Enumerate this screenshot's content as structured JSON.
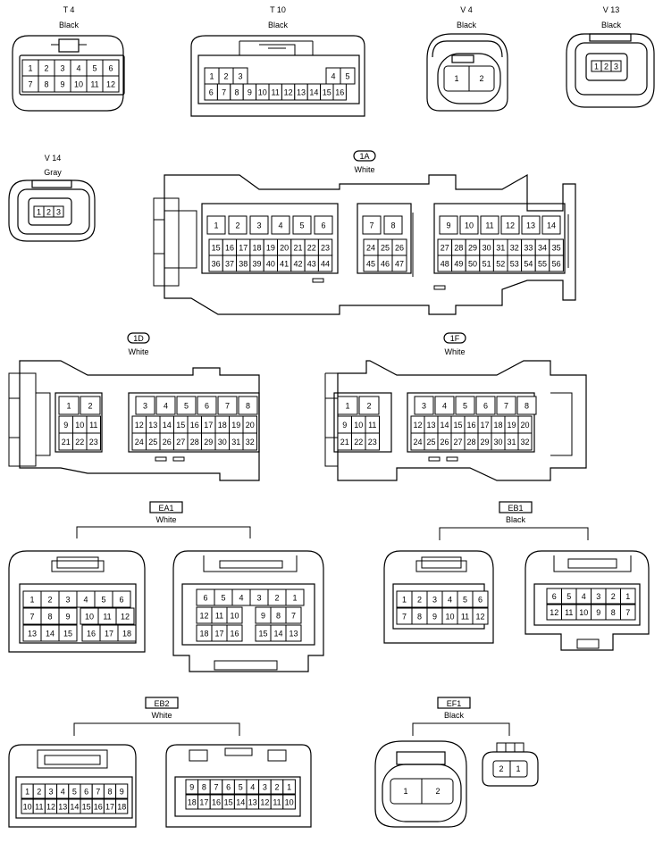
{
  "colors": {
    "line": "#000000",
    "background": "#ffffff"
  },
  "connectors": {
    "t4": {
      "code": "T 4",
      "color": "Black",
      "rows": [
        [
          "1",
          "2",
          "3",
          "4",
          "5",
          "6"
        ],
        [
          "7",
          "8",
          "9",
          "10",
          "11",
          "12"
        ]
      ]
    },
    "t10": {
      "code": "T 10",
      "color": "Black",
      "rows": [
        [
          "1",
          "2",
          "3",
          "4",
          "5"
        ],
        [
          "6",
          "7",
          "8",
          "9",
          "10",
          "11",
          "12",
          "13",
          "14",
          "15",
          "16"
        ]
      ]
    },
    "v4": {
      "code": "V 4",
      "color": "Black",
      "pins": [
        "1",
        "2"
      ]
    },
    "v13": {
      "code": "V 13",
      "color": "Black",
      "pins": [
        "1",
        "2",
        "3"
      ]
    },
    "v14": {
      "code": "V 14",
      "color": "Gray",
      "pins": [
        "1",
        "2",
        "3"
      ]
    },
    "c1a": {
      "code": "1A",
      "color": "White",
      "top": [
        "1",
        "2",
        "3",
        "4",
        "5",
        "6",
        "7",
        "8",
        "9",
        "10",
        "11",
        "12",
        "13",
        "14"
      ],
      "left": [
        [
          "15",
          "16",
          "17",
          "18",
          "19",
          "20",
          "21",
          "22",
          "23"
        ],
        [
          "36",
          "37",
          "38",
          "39",
          "40",
          "41",
          "42",
          "43",
          "44"
        ]
      ],
      "mid": [
        [
          "24",
          "25",
          "26"
        ],
        [
          "45",
          "46",
          "47"
        ]
      ],
      "right": [
        [
          "27",
          "28",
          "29",
          "30",
          "31",
          "32",
          "33",
          "34",
          "35"
        ],
        [
          "48",
          "49",
          "50",
          "51",
          "52",
          "53",
          "54",
          "55",
          "56"
        ]
      ]
    },
    "c1d": {
      "code": "1D",
      "color": "White",
      "top": [
        "1",
        "2",
        "3",
        "4",
        "5",
        "6",
        "7",
        "8"
      ],
      "left": [
        [
          "9",
          "10",
          "11"
        ],
        [
          "21",
          "22",
          "23"
        ]
      ],
      "right": [
        [
          "12",
          "13",
          "14",
          "15",
          "16",
          "17",
          "18",
          "19",
          "20"
        ],
        [
          "24",
          "25",
          "26",
          "27",
          "28",
          "29",
          "30",
          "31",
          "32"
        ]
      ]
    },
    "c1f": {
      "code": "1F",
      "color": "White",
      "top": [
        "1",
        "2",
        "3",
        "4",
        "5",
        "6",
        "7",
        "8"
      ],
      "left": [
        [
          "9",
          "10",
          "11"
        ],
        [
          "21",
          "22",
          "23"
        ]
      ],
      "right": [
        [
          "12",
          "13",
          "14",
          "15",
          "16",
          "17",
          "18",
          "19",
          "20"
        ],
        [
          "24",
          "25",
          "26",
          "27",
          "28",
          "29",
          "30",
          "31",
          "32"
        ]
      ]
    },
    "ea1": {
      "code": "EA1",
      "color": "White",
      "male": [
        [
          "1",
          "2",
          "3",
          "4",
          "5",
          "6"
        ],
        [
          "7",
          "8",
          "9",
          "10",
          "11",
          "12"
        ],
        [
          "13",
          "14",
          "15",
          "16",
          "17",
          "18"
        ]
      ],
      "female": [
        [
          "6",
          "5",
          "4",
          "3",
          "2",
          "1"
        ],
        [
          "12",
          "11",
          "10",
          "9",
          "8",
          "7"
        ],
        [
          "18",
          "17",
          "16",
          "15",
          "14",
          "13"
        ]
      ]
    },
    "eb1": {
      "code": "EB1",
      "color": "Black",
      "male": [
        [
          "1",
          "2",
          "3",
          "4",
          "5",
          "6"
        ],
        [
          "7",
          "8",
          "9",
          "10",
          "11",
          "12"
        ]
      ],
      "female": [
        [
          "6",
          "5",
          "4",
          "3",
          "2",
          "1"
        ],
        [
          "12",
          "11",
          "10",
          "9",
          "8",
          "7"
        ]
      ]
    },
    "eb2": {
      "code": "EB2",
      "color": "White",
      "male": [
        [
          "1",
          "2",
          "3",
          "4",
          "5",
          "6",
          "7",
          "8",
          "9"
        ],
        [
          "10",
          "11",
          "12",
          "13",
          "14",
          "15",
          "16",
          "17",
          "18"
        ]
      ],
      "female": [
        [
          "9",
          "8",
          "7",
          "6",
          "5",
          "4",
          "3",
          "2",
          "1"
        ],
        [
          "18",
          "17",
          "16",
          "15",
          "14",
          "13",
          "12",
          "11",
          "10"
        ]
      ]
    },
    "ef1": {
      "code": "EF1",
      "color": "Black",
      "male": [
        "1",
        "2"
      ],
      "female": [
        "2",
        "1"
      ]
    }
  }
}
